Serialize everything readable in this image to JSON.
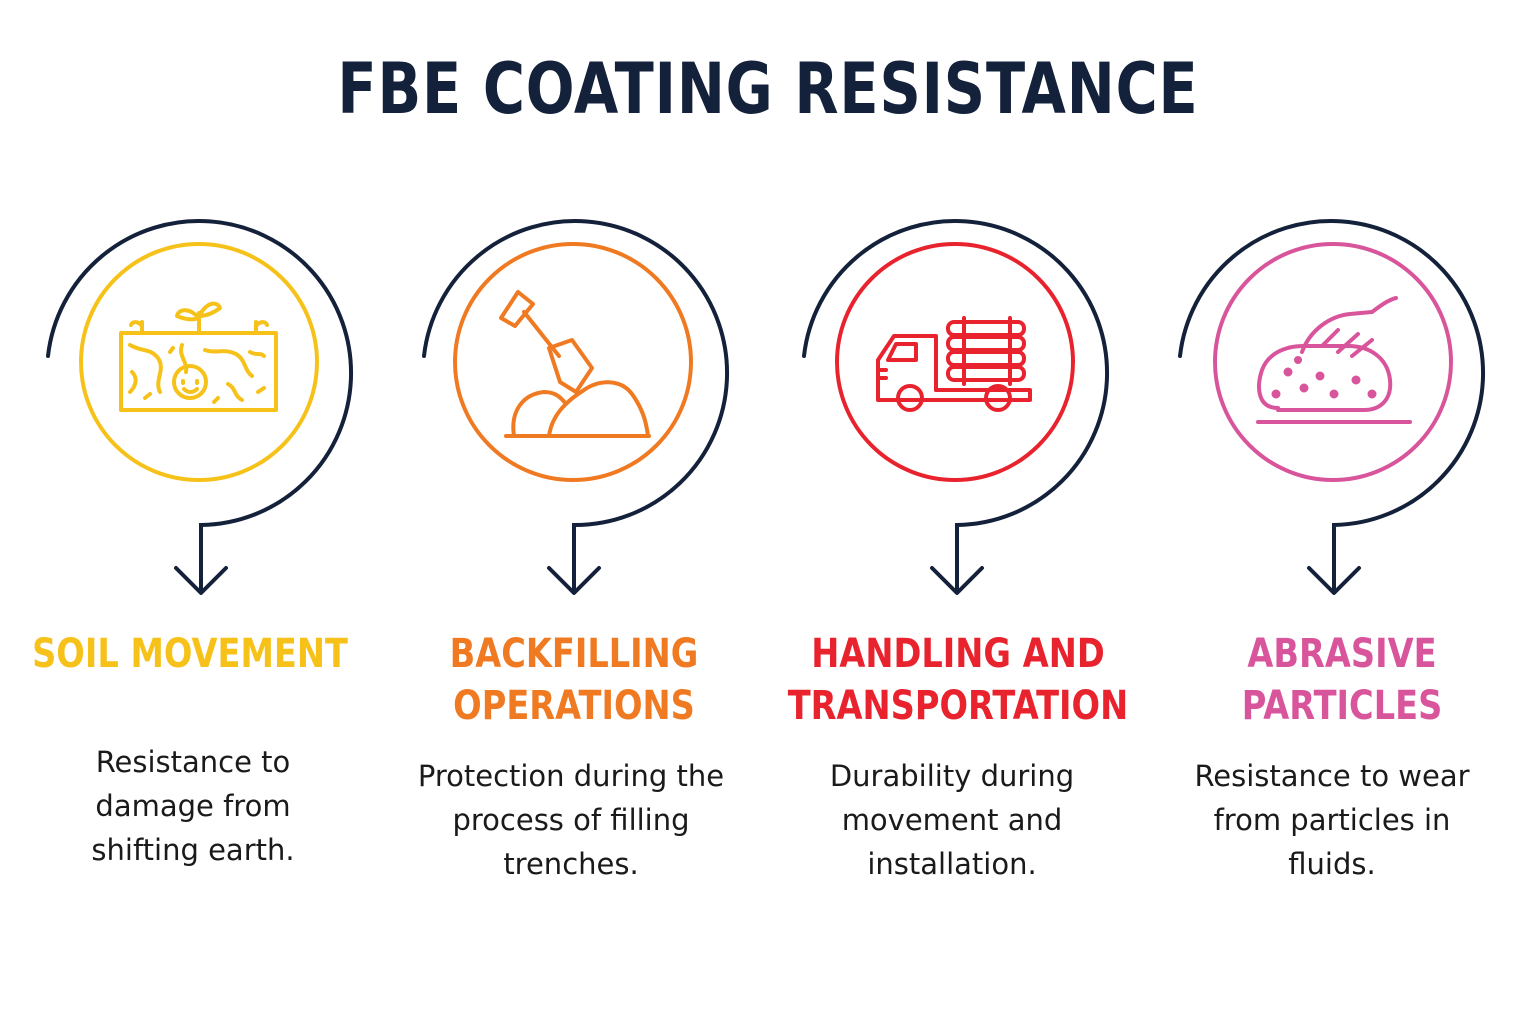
{
  "title": "FBE COATING RESISTANCE",
  "colors": {
    "title": "#14213a",
    "arrow": "#14213a",
    "soil": "#f6c21a",
    "backfill": "#f07a22",
    "handling": "#e8232e",
    "abrasive": "#d9559b"
  },
  "items": [
    {
      "title": "SOIL MOVEMENT",
      "description": "Resistance to damage from shifting earth.",
      "icon": "soil-icon",
      "color": "#f6c21a"
    },
    {
      "title": "BACKFILLING OPERATIONS",
      "description": "Protection during the process of filling trenches.",
      "icon": "shovel-icon",
      "color": "#f07a22"
    },
    {
      "title": "HANDLING AND TRANSPORTATION",
      "description": "Durability during movement and installation.",
      "icon": "truck-icon",
      "color": "#e8232e"
    },
    {
      "title": "ABRASIVE PARTICLES",
      "description": "Resistance to wear from particles in fluids.",
      "icon": "particles-icon",
      "color": "#d9559b"
    }
  ]
}
